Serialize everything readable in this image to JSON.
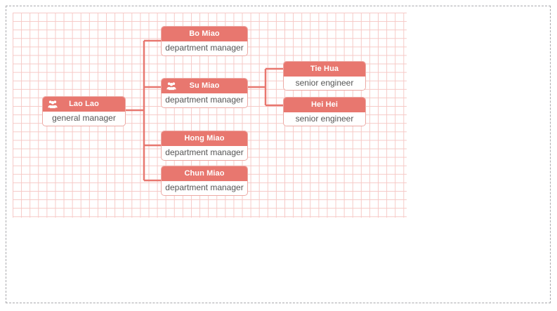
{
  "canvas": {
    "grid_color": "#f6c9c6",
    "frame_border_color": "#a8a8ac",
    "background": "#ffffff"
  },
  "theme": {
    "header_bg": "#e8776f",
    "header_text": "#ffffff",
    "body_bg": "#ffffff",
    "body_text": "#555555",
    "node_border": "#eca9a4",
    "connector": "#e8776f"
  },
  "chart_data": {
    "type": "diagram",
    "title": "",
    "orientation": "left-to-right",
    "nodes": [
      {
        "id": "lao-lao",
        "name": "Lao Lao",
        "title": "general manager",
        "icon": "users-icon",
        "level": 0,
        "parent": null
      },
      {
        "id": "bo-miao",
        "name": "Bo Miao",
        "title": "department manager",
        "icon": "",
        "level": 1,
        "parent": "lao-lao"
      },
      {
        "id": "su-miao",
        "name": "Su Miao",
        "title": "department manager",
        "icon": "users-icon",
        "level": 1,
        "parent": "lao-lao"
      },
      {
        "id": "hong-miao",
        "name": "Hong Miao",
        "title": "department manager",
        "icon": "",
        "level": 1,
        "parent": "lao-lao"
      },
      {
        "id": "chun-miao",
        "name": "Chun Miao",
        "title": "department manager",
        "icon": "",
        "level": 1,
        "parent": "lao-lao"
      },
      {
        "id": "tie-hua",
        "name": "Tie Hua",
        "title": "senior engineer",
        "icon": "",
        "level": 2,
        "parent": "su-miao"
      },
      {
        "id": "hei-hei",
        "name": "Hei Hei",
        "title": "senior engineer",
        "icon": "",
        "level": 2,
        "parent": "su-miao"
      }
    ]
  }
}
